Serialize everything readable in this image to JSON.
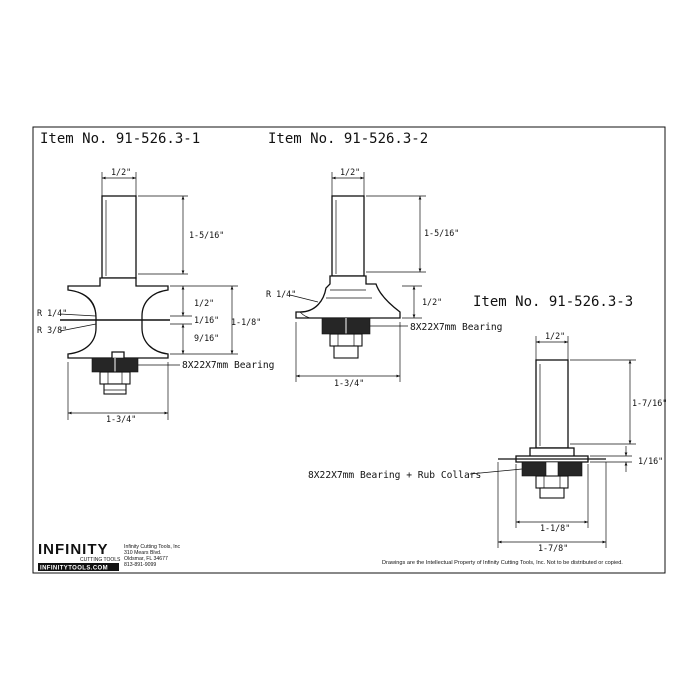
{
  "drawing_1": {
    "title": "Item No. 91-526.3-1",
    "shank_width": "1/2\"",
    "shank_length": "1-5/16\"",
    "radius_top": "R 1/4\"",
    "radius_bottom": "R 3/8\"",
    "dim_a": "1/2\"",
    "dim_b": "1/16\"",
    "dim_c": "9/16\"",
    "dim_total": "1-1/8\"",
    "bearing": "8X22X7mm Bearing",
    "cut_width": "1-3/4\""
  },
  "drawing_2": {
    "title": "Item No. 91-526.3-2",
    "shank_width": "1/2\"",
    "shank_length": "1-5/16\"",
    "radius": "R 1/4\"",
    "cut_height": "1/2\"",
    "bearing": "8X22X7mm Bearing",
    "cut_width": "1-3/4\""
  },
  "drawing_3": {
    "title": "Item No. 91-526.3-3",
    "shank_width": "1/2\"",
    "shank_length": "1-7/16\"",
    "cut_height": "1/16\"",
    "bearing": "8X22X7mm Bearing + Rub Collars",
    "inner_width": "1-1/8\"",
    "cut_width": "1-7/8\""
  },
  "footer": {
    "logo": "INFINITY",
    "logo_tag": "CUTTING TOOLS",
    "website": "INFINITYTOOLS.COM",
    "company": "Infinity Cutting Tools, Inc",
    "address_1": "310 Mears Blvd.",
    "address_2": "Oldsmar, FL 34677",
    "phone": "813-891-9099",
    "notice": "Drawings are the Intellectual Property of Infinity Cutting Tools, Inc. Not to be distributed or copied."
  },
  "colors": {
    "ink": "#111111",
    "paper": "#ffffff",
    "bearing_fill": "#262626"
  }
}
